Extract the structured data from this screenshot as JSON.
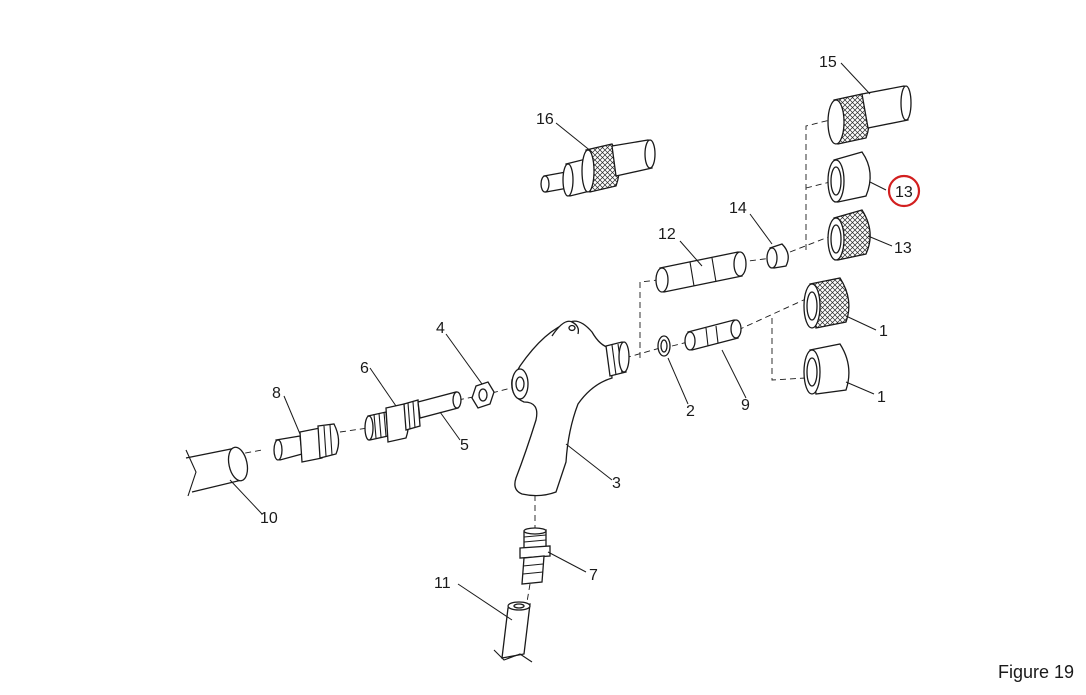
{
  "caption": "Figure 19",
  "callouts": {
    "c1a": "1",
    "c1b": "1",
    "c2": "2",
    "c3": "3",
    "c4": "4",
    "c5": "5",
    "c6": "6",
    "c7": "7",
    "c8": "8",
    "c9": "9",
    "c10": "10",
    "c11": "11",
    "c12": "12",
    "c13a": "13",
    "c13b": "13",
    "c14": "14",
    "c15": "15",
    "c16": "16"
  },
  "highlight": {
    "label": "13",
    "color": "#d21f1f"
  }
}
